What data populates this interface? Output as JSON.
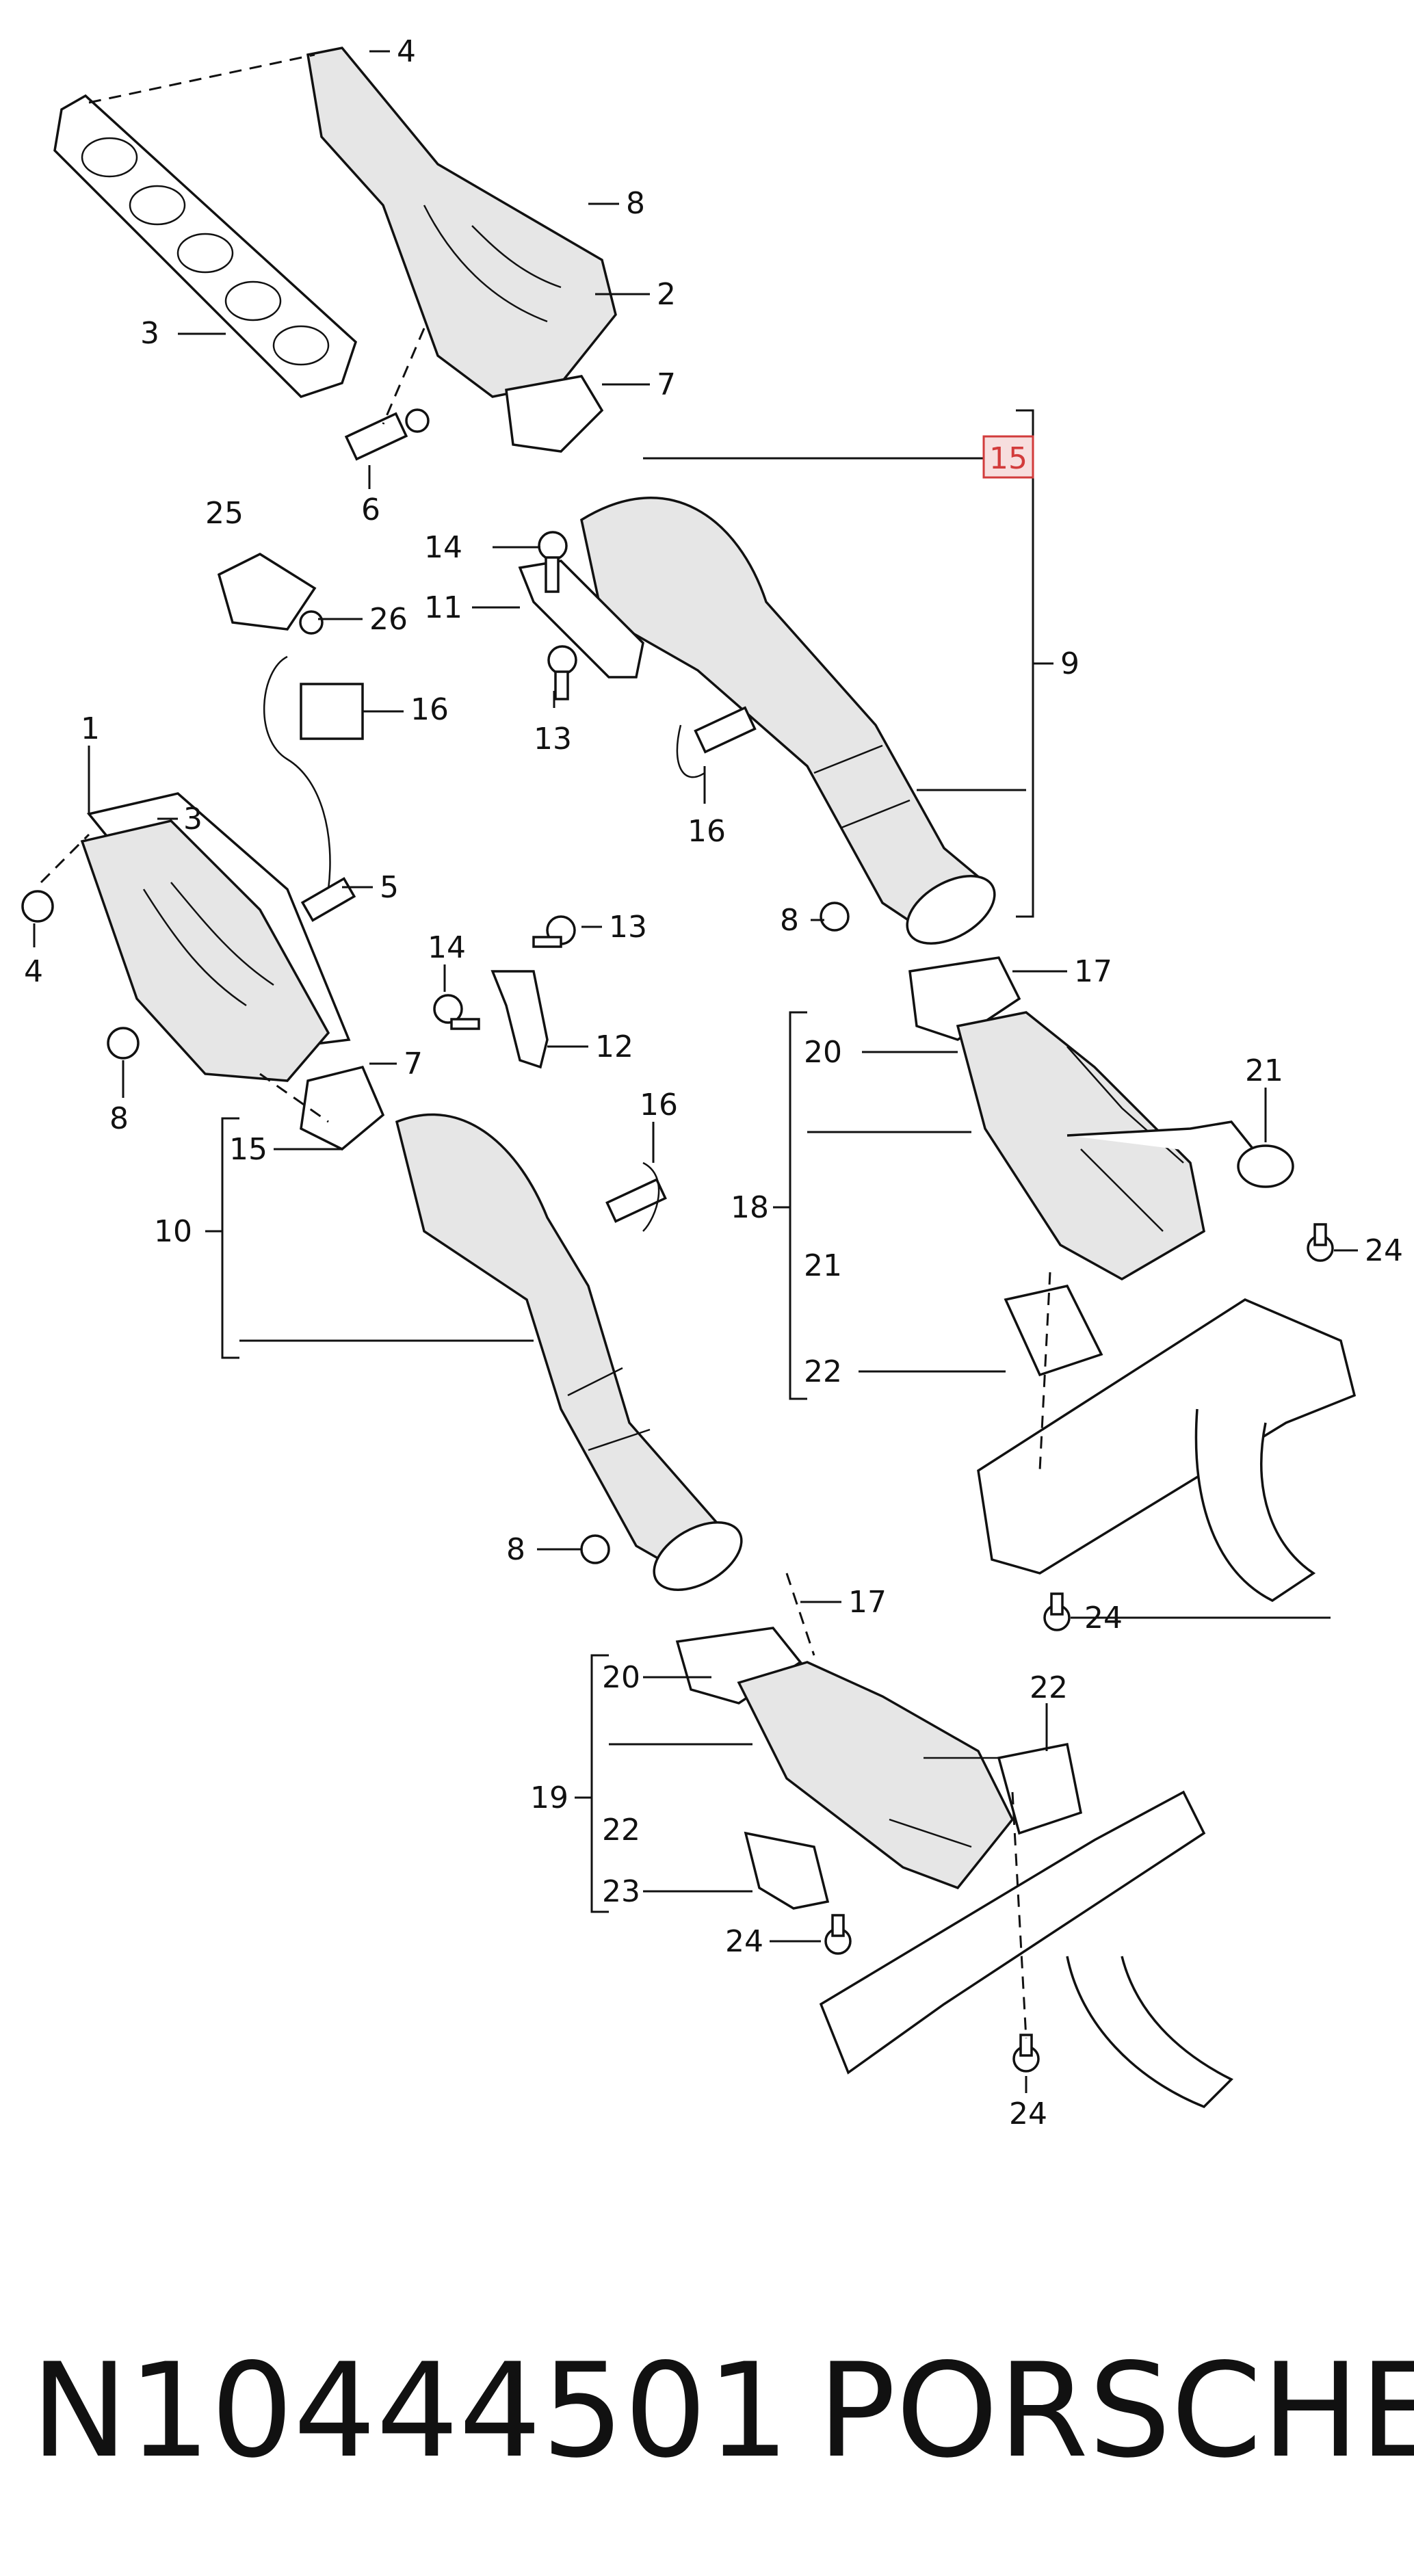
{
  "diagram": {
    "highlighted_callout": "15",
    "highlight_color": "#d23b3b",
    "callouts": {
      "c4a": "4",
      "c8a": "8",
      "c2": "2",
      "c3a": "3",
      "c7a": "7",
      "c15a": "15",
      "c6": "6",
      "c25": "25",
      "c26": "26",
      "c14a": "14",
      "c11": "11",
      "c13a": "13",
      "c16a": "16",
      "c9": "9",
      "c16b": "16",
      "c1": "1",
      "c3b": "3",
      "c5": "5",
      "c4b": "4",
      "c8b": "8",
      "c8c": "8",
      "c17a": "17",
      "c20a": "20",
      "c21a": "21",
      "c24a": "24",
      "c18": "18",
      "c21b": "21",
      "c22a": "22",
      "c13b": "13",
      "c14b": "14",
      "c12": "12",
      "c7b": "7",
      "c15b": "15",
      "c16c": "16",
      "c10": "10",
      "c24b": "24",
      "c8d": "8",
      "c17b": "17",
      "c20b": "20",
      "c22b": "22",
      "c19": "19",
      "c22c": "22",
      "c23": "23",
      "c24c": "24",
      "c24d": "24"
    }
  },
  "footer": {
    "part_number": "N10444501",
    "brand": "PORSCHE"
  }
}
